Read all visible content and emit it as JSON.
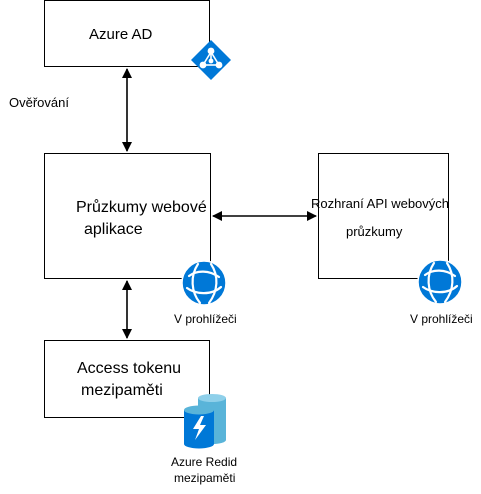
{
  "nodes": {
    "azure_ad": {
      "label": "Azure AD"
    },
    "web_app": {
      "line1": "Průzkumy webové",
      "line2": "aplikace",
      "caption": "V prohlížeči"
    },
    "web_api": {
      "line1": "Rozhraní API webových",
      "line2": "průzkumy",
      "caption": "V prohlížeči"
    },
    "token_cache": {
      "line1": "Access tokenu",
      "line2": "mezipaměti"
    },
    "redis": {
      "line1": "Azure Redid",
      "line2": "mezipaměti"
    }
  },
  "edges": {
    "auth": {
      "label": "Ověřování"
    }
  },
  "colors": {
    "icon_blue": "#0078D7",
    "icon_light": "#59B4D9",
    "line": "#000000"
  },
  "icons": {
    "azure_ad": "azure-active-directory-icon",
    "web_app": "web-app-globe-icon",
    "web_api": "web-api-globe-icon",
    "redis": "azure-redis-cache-icon"
  }
}
